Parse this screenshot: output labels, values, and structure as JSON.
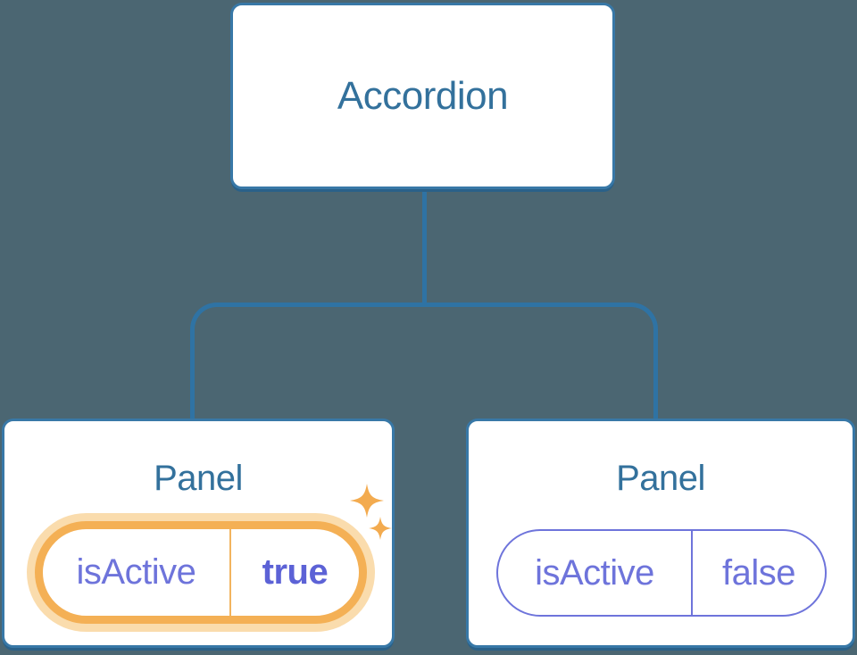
{
  "diagram": {
    "type": "component-state-tree",
    "root": {
      "label": "Accordion"
    },
    "panels": [
      {
        "title": "Panel",
        "prop": "isActive",
        "value": "true",
        "highlighted": true,
        "badge": "sparkle-icon"
      },
      {
        "title": "Panel",
        "prop": "isActive",
        "value": "false",
        "highlighted": false
      }
    ]
  },
  "colors": {
    "background": "#4B6672",
    "connector_line": "#2F73A4",
    "node_fill": "#FFFFFF",
    "node_border": "#3878A7",
    "node_shadow": "#2A6189",
    "node_text": "#33719C",
    "state_text": "#6E74DB",
    "state_text_bold": "#5C62D6",
    "highlight_ring": "#F4B055",
    "highlight_glow": "#FADCAD",
    "sparkle": "#F3AB4F"
  }
}
